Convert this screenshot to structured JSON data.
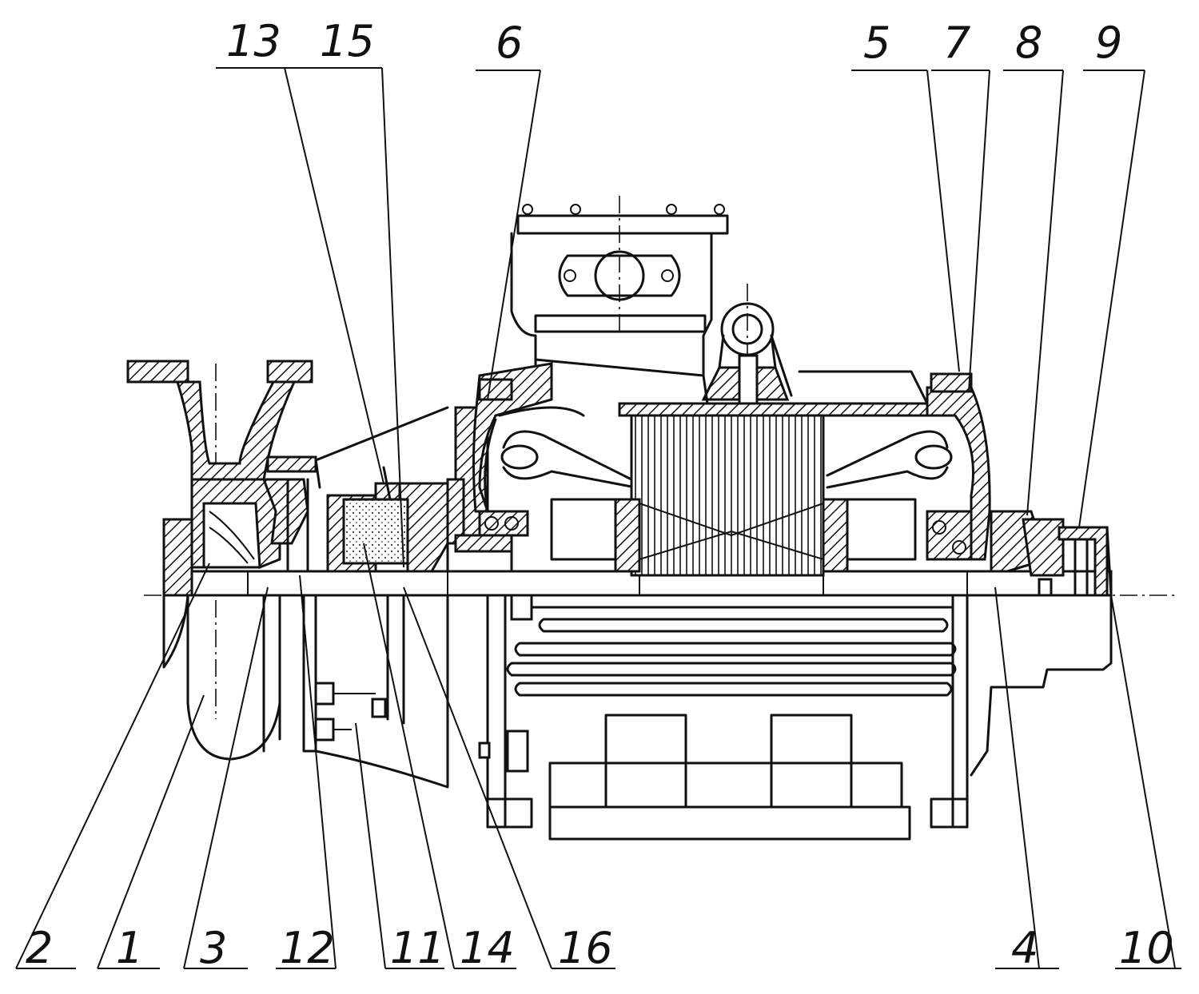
{
  "callouts": [
    {
      "id": "c13",
      "label": "13"
    },
    {
      "id": "c15",
      "label": "15"
    },
    {
      "id": "c6",
      "label": "6"
    },
    {
      "id": "c5",
      "label": "5"
    },
    {
      "id": "c7",
      "label": "7"
    },
    {
      "id": "c8",
      "label": "8"
    },
    {
      "id": "c9",
      "label": "9"
    },
    {
      "id": "c2",
      "label": "2"
    },
    {
      "id": "c1",
      "label": "1"
    },
    {
      "id": "c3",
      "label": "3"
    },
    {
      "id": "c12",
      "label": "12"
    },
    {
      "id": "c11",
      "label": "11"
    },
    {
      "id": "c14",
      "label": "14"
    },
    {
      "id": "c16",
      "label": "16"
    },
    {
      "id": "c4",
      "label": "4"
    },
    {
      "id": "c10",
      "label": "10"
    }
  ]
}
